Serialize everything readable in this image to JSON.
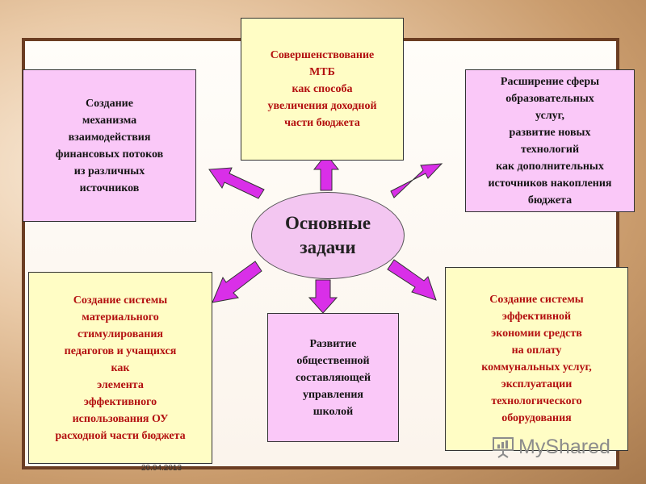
{
  "center": {
    "text": "Основные\nзадачи"
  },
  "boxes": {
    "top": "Совершенствование\nМТБ\nкак способа\nувеличения доходной\nчасти бюджета",
    "top_left": "Создание\nмеханизма\nвзаимодействия\nфинансовых  потоков\nиз различных\nисточников",
    "top_right": "Расширение сферы\nобразовательных\nуслуг,\nразвитие новых\nтехнологий\nкак дополнительных\nисточников накопления\nбюджета",
    "bottom_left": "Создание  системы\nматериального\nстимулирования\nпедагогов и учащихся\nкак\nэлемента\nэффективного\nиспользования ОУ\nрасходной части бюджета",
    "bottom_center": "Развитие\nобщественной\nсоставляющей\nуправления\nшколой",
    "bottom_right": "Создание  системы\nэффективной\nэкономии средств\nна оплату\nкоммунальных услуг,\nэксплуатации\nтехнологического\nоборудования"
  },
  "footer": {
    "date": "20.04.2013"
  },
  "watermark": {
    "text": "MyShared"
  },
  "colors": {
    "arrow": "#d92fe8",
    "pink_box": "#fac8f8",
    "yellow_box": "#fffdc5",
    "red_text": "#b31010"
  }
}
